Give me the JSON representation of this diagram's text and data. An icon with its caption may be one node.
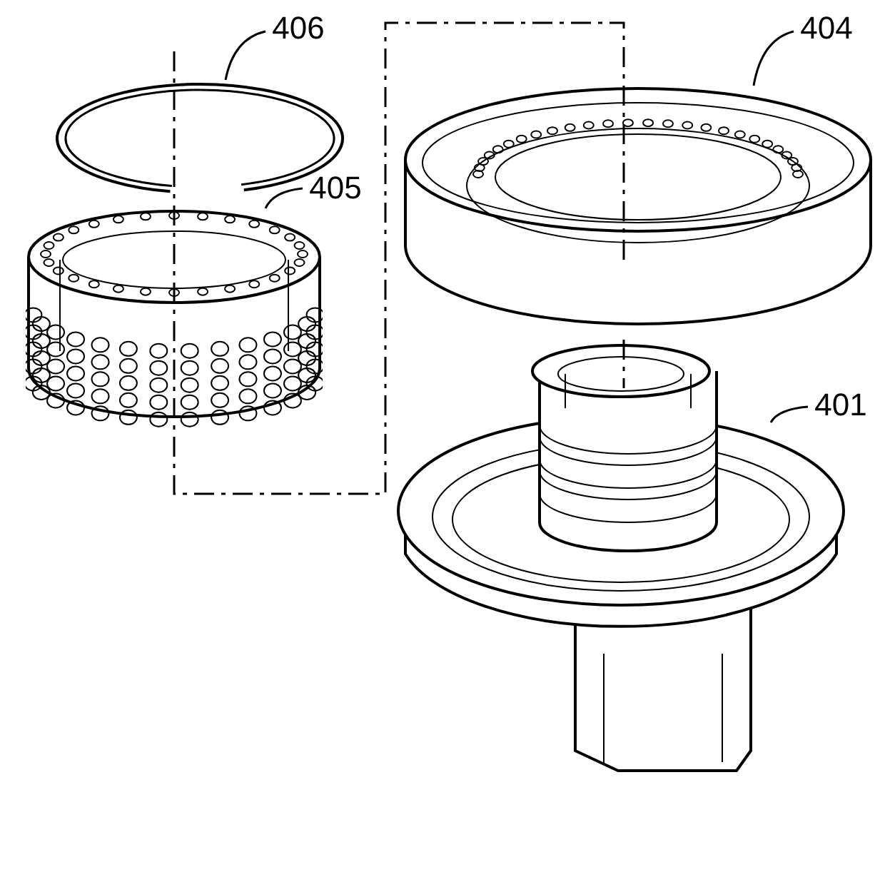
{
  "diagram": {
    "nodes": [
      {
        "text": [
          "406"
        ]
      },
      {
        "text": [],
        "shape": "picture"
      },
      {
        "text": [
          "405"
        ]
      },
      {
        "text": [],
        "shape": "picture"
      },
      {
        "text": [
          "404"
        ]
      },
      {
        "text": [],
        "shape": "picture"
      },
      {
        "text": [
          "401"
        ]
      },
      {
        "text": [],
        "shape": "picture"
      }
    ],
    "edges": [
      {
        "from": 0,
        "to": 1,
        "arrow": "none"
      },
      {
        "from": 2,
        "to": 3,
        "arrow": "none"
      },
      {
        "from": 4,
        "to": 5,
        "arrow": "none"
      },
      {
        "from": 6,
        "to": 7,
        "arrow": "none"
      }
    ]
  }
}
